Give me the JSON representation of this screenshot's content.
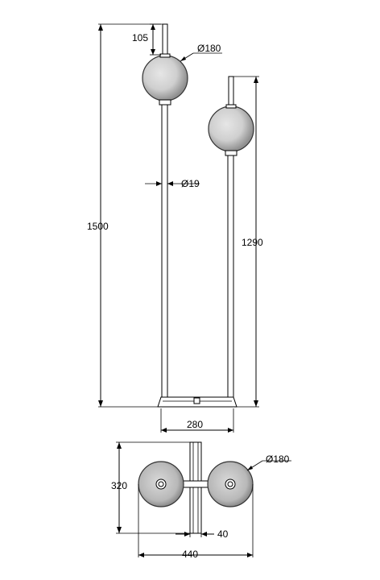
{
  "diagram": {
    "side_view": {
      "dim_total_height": "1500",
      "dim_top_stub": "105",
      "dim_globe_top": "Ø180",
      "dim_rod": "Ø19",
      "dim_second_height": "1290",
      "dim_base_width": "280"
    },
    "top_view": {
      "dim_depth": "320",
      "dim_globe": "Ø180",
      "dim_bar": "40",
      "dim_width": "440"
    }
  }
}
